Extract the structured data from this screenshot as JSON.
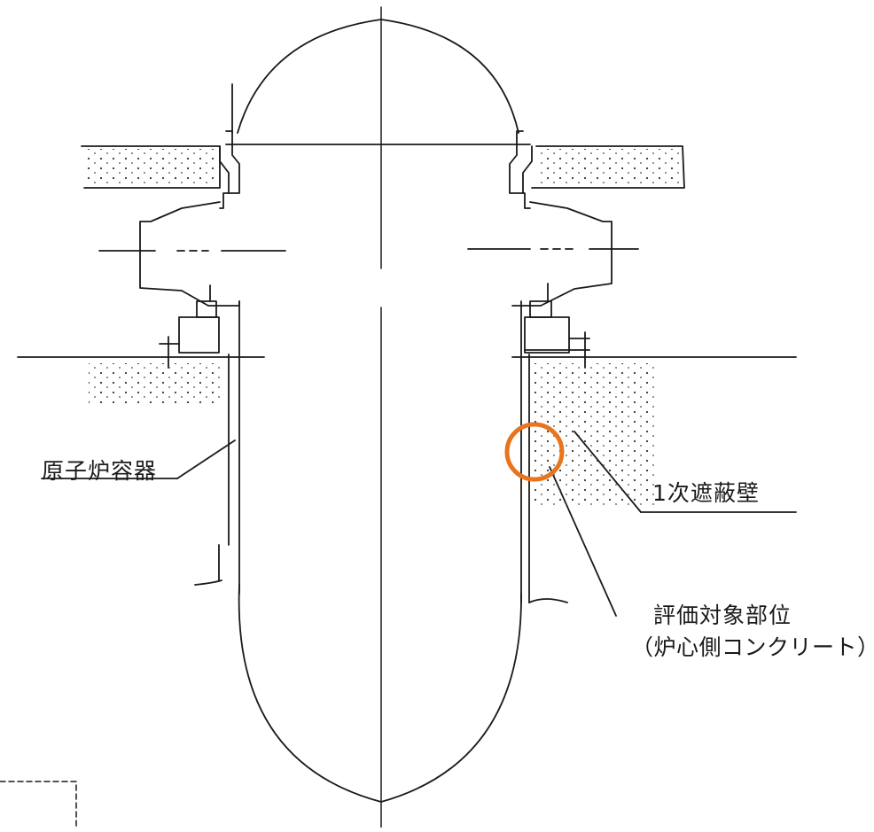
{
  "labels": {
    "reactor_vessel": "原子炉容器",
    "primary_shield_wall": "1次遮蔽壁",
    "evaluation_target_line1": "評価対象部位",
    "evaluation_target_line2": "（炉心側コンクリート）"
  },
  "colors": {
    "line": "#1a1a1a",
    "highlight_circle": "#e8741e"
  }
}
